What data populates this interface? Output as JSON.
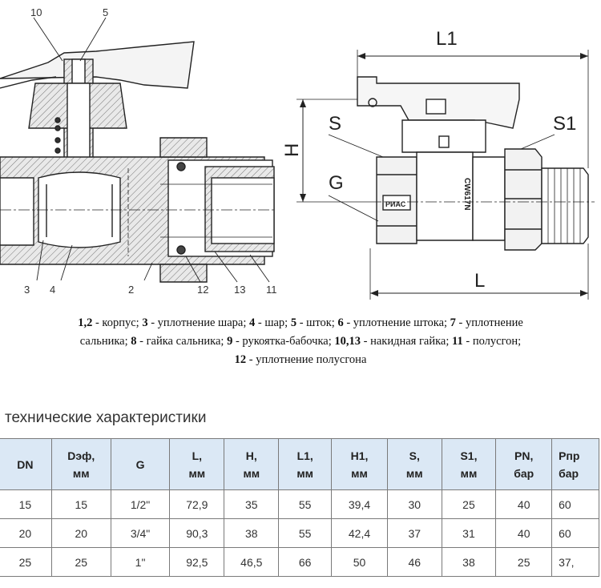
{
  "drawing": {
    "callouts_top": [
      "10",
      "5"
    ],
    "callouts_bottom": [
      "3",
      "4",
      "2",
      "12",
      "13",
      "11"
    ],
    "dimensions": {
      "L1": "L1",
      "H": "H",
      "S": "S",
      "S1": "S1",
      "G": "G",
      "L": "L"
    },
    "body_marks": {
      "brand": "РИАС",
      "model": "CW617N"
    }
  },
  "legend": {
    "lines": [
      [
        {
          "b": "1,2",
          "t": " - корпус; "
        },
        {
          "b": "3",
          "t": " - уплотнение шара; "
        },
        {
          "b": "4",
          "t": " - шар; "
        },
        {
          "b": "5",
          "t": " - шток; "
        },
        {
          "b": "6",
          "t": " - уплотнение штока; "
        },
        {
          "b": "7",
          "t": " - уплотнение"
        }
      ],
      [
        {
          "b": "",
          "t": "сальника; "
        },
        {
          "b": "8",
          "t": " - гайка сальника; "
        },
        {
          "b": "9",
          "t": " - рукоятка-бабочка; "
        },
        {
          "b": "10,13",
          "t": " - накидная гайка; "
        },
        {
          "b": "11",
          "t": " - полусгон;"
        }
      ],
      [
        {
          "b": "12",
          "t": " - уплотнение полусгона"
        }
      ]
    ]
  },
  "table": {
    "title": "технические характеристики",
    "headers": [
      [
        "DN",
        ""
      ],
      [
        "Dэф,",
        "мм"
      ],
      [
        "G",
        ""
      ],
      [
        "L,",
        "мм"
      ],
      [
        "H,",
        "мм"
      ],
      [
        "L1,",
        "мм"
      ],
      [
        "H1,",
        "мм"
      ],
      [
        "S,",
        "мм"
      ],
      [
        "S1,",
        "мм"
      ],
      [
        "PN,",
        "бар"
      ],
      [
        "Рпр",
        "бар"
      ]
    ],
    "rows": [
      [
        "15",
        "15",
        "1/2\"",
        "72,9",
        "35",
        "55",
        "39,4",
        "30",
        "25",
        "40",
        "60"
      ],
      [
        "20",
        "20",
        "3/4\"",
        "90,3",
        "38",
        "55",
        "42,4",
        "37",
        "31",
        "40",
        "60"
      ],
      [
        "25",
        "25",
        "1\"",
        "92,5",
        "46,5",
        "66",
        "50",
        "46",
        "38",
        "25",
        "37,"
      ]
    ]
  }
}
